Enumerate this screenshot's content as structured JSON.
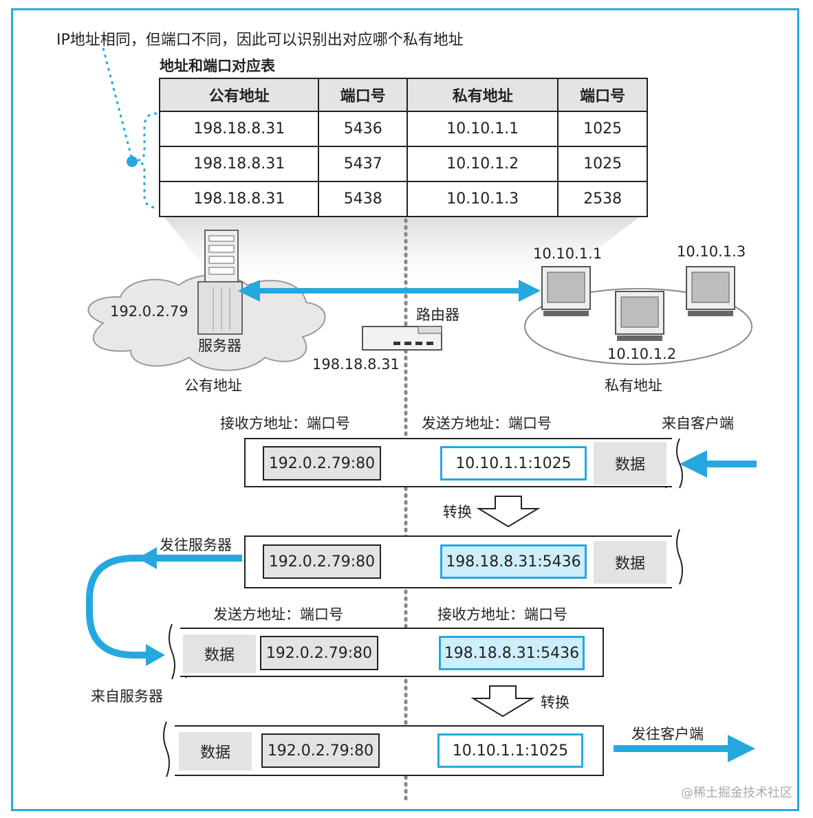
{
  "callout": "IP地址相同，但端口不同，因此可以识别出对应哪个私有地址",
  "table": {
    "title": "地址和端口对应表",
    "headers": [
      "公有地址",
      "端口号",
      "私有地址",
      "端口号"
    ],
    "rows": [
      [
        "198.18.8.31",
        "5436",
        "10.10.1.1",
        "1025"
      ],
      [
        "198.18.8.31",
        "5437",
        "10.10.1.2",
        "1025"
      ],
      [
        "198.18.8.31",
        "5438",
        "10.10.1.3",
        "2538"
      ]
    ]
  },
  "network": {
    "server_ip": "192.0.2.79",
    "server_label": "服务器",
    "public_label": "公有地址",
    "router_label": "路由器",
    "router_ip": "198.18.8.31",
    "client1_ip": "10.10.1.1",
    "client2_ip": "10.10.1.2",
    "client3_ip": "10.10.1.3",
    "private_label": "私有地址"
  },
  "packets": {
    "p1": {
      "left_header": "接收方地址：端口号",
      "right_header": "发送方地址：端口号",
      "side_label": "来自客户端",
      "dest": "192.0.2.79:80",
      "src": "10.10.1.1:1025",
      "data": "数据"
    },
    "convert1": "转换",
    "p2": {
      "side_label": "发往服务器",
      "dest": "192.0.2.79:80",
      "src": "198.18.8.31:5436",
      "data": "数据"
    },
    "p3": {
      "left_header": "发送方地址：端口号",
      "right_header": "接收方地址：端口号",
      "side_label": "来自服务器",
      "data": "数据",
      "src": "192.0.2.79:80",
      "dest": "198.18.8.31:5436"
    },
    "convert2": "转换",
    "p4": {
      "side_label": "发往客户端",
      "data": "数据",
      "src": "192.0.2.79:80",
      "dest": "10.10.1.1:1025"
    }
  },
  "watermark": "@稀土掘金技术社区",
  "colors": {
    "accent": "#25a8de",
    "light_blue": "#cdeefa",
    "gray": "#e3e3e3"
  }
}
